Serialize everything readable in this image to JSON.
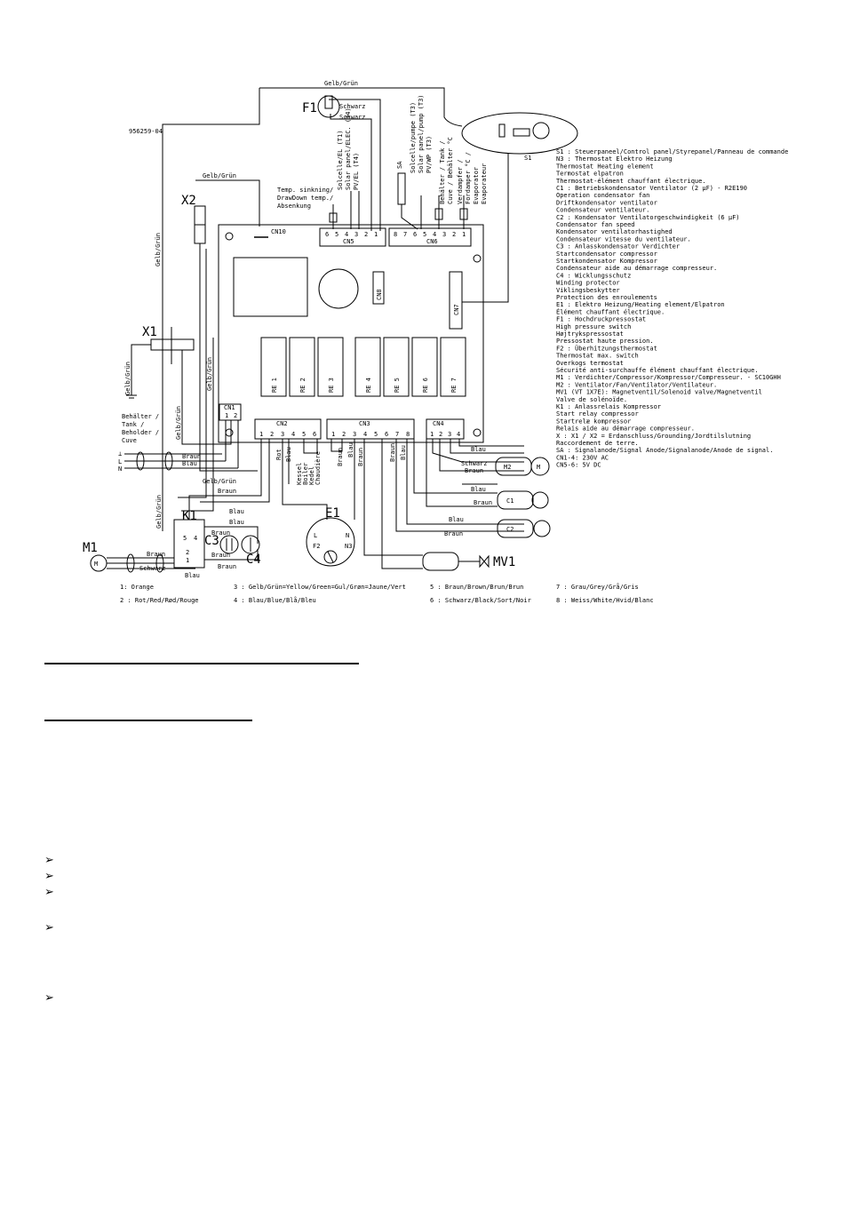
{
  "drawing_number": "956259-04",
  "wire_labels": {
    "gelb_gruen": "Gelb/Grün",
    "schwarz": "Schwarz",
    "braun": "Braun",
    "blau": "Blau",
    "rot": "Rot"
  },
  "components": {
    "f1": "F1",
    "x1": "X1",
    "x2": "X2",
    "s1": "S1",
    "sa": "SA",
    "e1": "E1",
    "k1": "K1",
    "c3": "C3",
    "c4": "C4",
    "m1": "M1",
    "m2": "M2",
    "c1": "C1",
    "c2": "C2",
    "mv1": "MV1"
  },
  "connectors": {
    "cn1": "CN1",
    "cn2": "CN2",
    "cn3": "CN3",
    "cn4": "CN4",
    "cn5": "CN5",
    "cn6": "CN6",
    "cn7": "CN7",
    "cn8": "CN8",
    "cn10": "CN10"
  },
  "relays": [
    "RE 1",
    "RE 2",
    "RE 3",
    "RE 4",
    "RE 5",
    "RE 6",
    "RE 7"
  ],
  "sensor_labels": {
    "temp_drawdown": [
      "Temp. sinkning/",
      "DrawDown temp./",
      "Absenkung"
    ],
    "cn5_sensors": [
      "Solcelle/EL (T1)",
      "Solar panel/ELEC. (T4)",
      "PV/EL (T4)"
    ],
    "cn6_sensors": [
      "Solcelle/pumpe (T3)",
      "Solar panel/pump (T3)",
      "PV/WP (T3)"
    ],
    "tank_sensors": [
      "Behälter / Tank /",
      "Cuve / Behälter °C"
    ],
    "evap_sensors": [
      "Verdampfer /",
      "Fordamper °C /",
      "Evaporator",
      "Evaporateur"
    ],
    "tank_side": [
      "Behälter /",
      "Tank /",
      "Beholder /",
      "Cuve"
    ],
    "kessel": [
      "Kessel",
      "Boiler",
      "Kedel",
      "Chaudière"
    ],
    "mains": [
      "L",
      "N"
    ]
  },
  "legend": [
    "S1 : Steuerpaneel/Control panel/Styrepanel/Panneau de commande",
    "N3 : Thermostat Elektro Heizung",
    "     Thermostat Heating element",
    "     Termostat elpatron",
    "     Thermostat-élément chauffant électrique.",
    "C1 : Betriebskondensator Ventilator (2 µF) - R2E190",
    "     Operation condensator fan",
    "     Driftkondensator ventilator",
    "     Condensateur ventilateur.",
    "C2 : Kondensator Ventilatorgeschwindigkeit (6 µF)",
    "     Condensator fan speed",
    "     Kondensator ventilatorhastighed",
    "     Condensateur vitesse du ventilateur.",
    "C3 : Anlasskondensator Verdichter",
    "     Startcondensator compressor",
    "     Startkondensator Kompressor",
    "     Condensateur aide au démarrage compresseur.",
    "C4 : Wicklungsschutz",
    "     Winding protector",
    "     Viklingsbeskytter",
    "     Protection des enroulements",
    "E1 : Elektro Heizung/Heating element/Elpatron",
    "     Élément chauffant électrique.",
    "F1 : Hochdruckpressostat",
    "     High pressure switch",
    "     Højtrykspressostat",
    "     Pressostat haute pression.",
    "F2 : Überhitzungsthermostat",
    "     Thermostat max. switch",
    "     Overkogs termostat",
    "     Sécurité anti-surchauffe élément chauffant électrique.",
    "M1 : Verdichter/Compressor/Kompressor/Compresseur. - SC10GHH",
    "M2 : Ventilator/Fan/Ventilator/Ventilateur.",
    "MV1 (VT 1X7E): Magnetventil/Solenoid valve/Magnetventil",
    "     Valve de solénoïde.",
    "K1 : Anlassrelais Kompressor",
    "     Start relay compressor",
    "     Startrelæ kompressor",
    "     Relais aide au démarrage compresseur.",
    "X : X1 / X2 = Erdanschluss/Grounding/Jordtilslutning",
    "     Raccordement de terre.",
    "SA : Signalanode/Signal Anode/Signalanode/Anode de signal.",
    "CN1-4: 230V AC",
    "CN5-6: 5V DC"
  ],
  "color_legend": [
    "1: Orange",
    "2 : Rot/Red/Rød/Rouge",
    "3 : Gelb/Grün=Yellow/Green=Gul/Grøn=Jaune/Vert",
    "4 : Blau/Blue/Blå/Bleu",
    "5 : Braun/Brown/Brun/Brun",
    "6 : Schwarz/Black/Sort/Noir",
    "7 : Grau/Grey/Grå/Gris",
    "8 : Weiss/White/Hvid/Blanc"
  ],
  "bullet_glyph": "➢",
  "colors": {
    "line": "#000000",
    "background": "#ffffff"
  }
}
